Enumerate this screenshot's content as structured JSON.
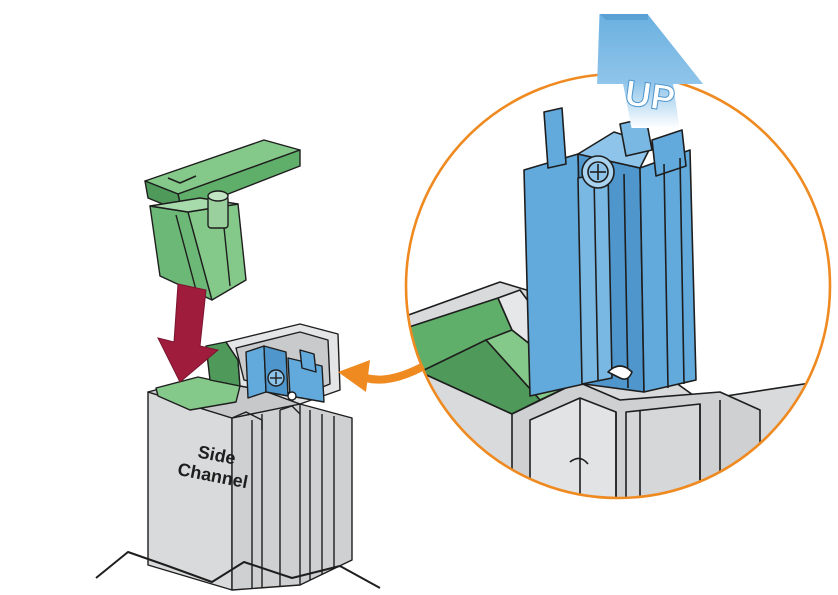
{
  "labels": {
    "side_channel_line1": "Side",
    "side_channel_line2": "Channel",
    "up_arrow_text": "UP"
  },
  "icons": {
    "insert_arrow": "down-arrow-icon",
    "detail_arrow": "curved-arrow-icon",
    "up_arrow": "up-arrow-icon"
  },
  "colors": {
    "channel_gray": "#d9dadb",
    "channel_dark": "#b9babc",
    "insert_green": "#85c98a",
    "green_dark": "#4f9a5a",
    "lock_blue": "#62a9dc",
    "blue_dark": "#2f7fb8",
    "arrow_red": "#a01c3c",
    "detail_orange": "#ef8a21",
    "up_blue": "#6ab0e0",
    "outline": "#1e1e1e"
  }
}
